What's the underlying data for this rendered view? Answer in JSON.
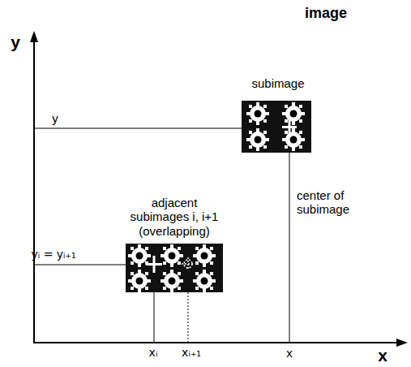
{
  "diagram": {
    "labels": [
      "image",
      "y",
      "x",
      "subimage",
      "y",
      "center of subimage",
      "adjacent subimages i, i+1 (overlapping)",
      "yᵢ = yᵢ₊₁",
      "xᵢ",
      "xᵢ₊₁",
      "x"
    ]
  }
}
